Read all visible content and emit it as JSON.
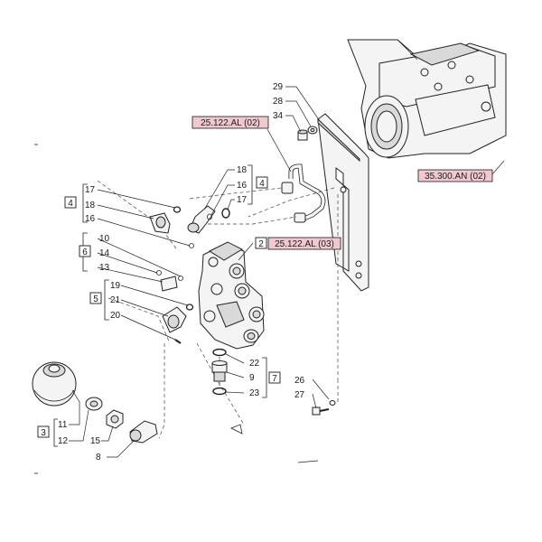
{
  "reference_labels": {
    "pipe_ref": "25.122.AL (02)",
    "valve_ref": "25.122.AL (03)",
    "axle_ref": "35.300.AN (02)"
  },
  "group_labels": {
    "g4_top": "4",
    "g4_left": "4",
    "g6": "6",
    "g5": "5",
    "g3": "3",
    "g2": "2",
    "g7": "7"
  },
  "callouts": {
    "c29": "29",
    "c28": "28",
    "c34": "34",
    "c18a": "18",
    "c16a": "16",
    "c17a": "17",
    "c17b": "17",
    "c18b": "18",
    "c16b": "16",
    "c10": "10",
    "c14": "14",
    "c13": "13",
    "c19": "19",
    "c21": "21",
    "c20": "20",
    "c22": "22",
    "c9": "9",
    "c23": "23",
    "c26": "26",
    "c27": "27",
    "c11": "11",
    "c12": "12",
    "c15": "15",
    "c8": "8"
  }
}
